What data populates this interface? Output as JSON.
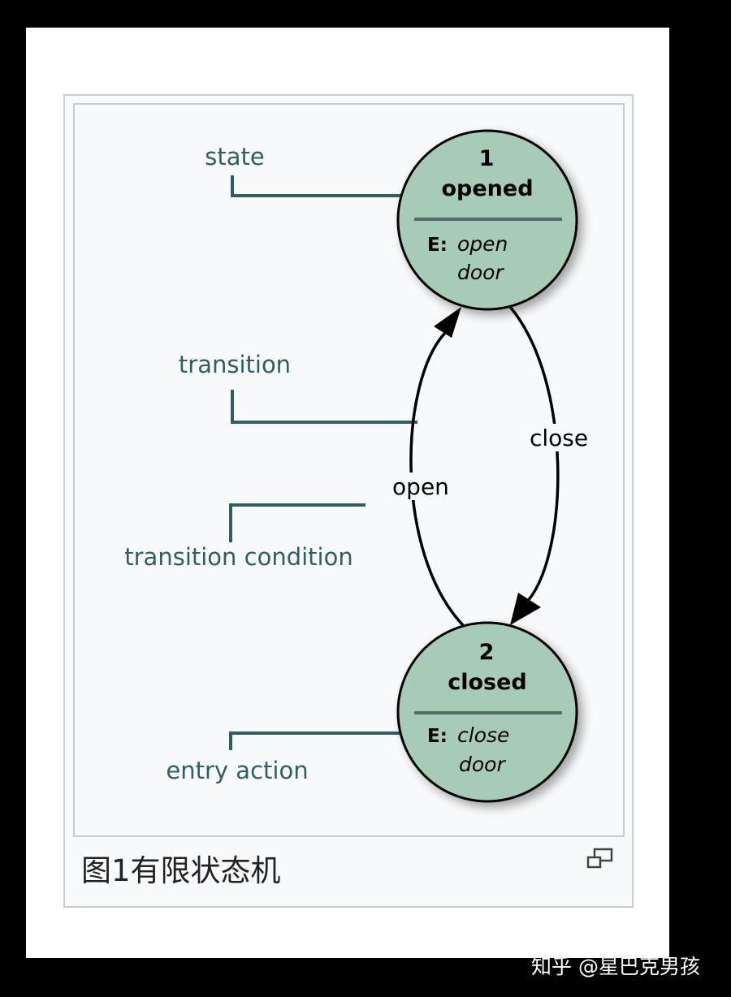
{
  "diagram": {
    "callouts": {
      "state": "state",
      "transition": "transition",
      "transition_condition": "transition condition",
      "entry_action": "entry action"
    },
    "states": [
      {
        "number": "1",
        "name": "opened",
        "entry_prefix": "E:",
        "entry_line1": "open",
        "entry_line2": "door"
      },
      {
        "number": "2",
        "name": "closed",
        "entry_prefix": "E:",
        "entry_line1": "close",
        "entry_line2": "door"
      }
    ],
    "transitions": [
      {
        "label": "open"
      },
      {
        "label": "close"
      }
    ],
    "colors": {
      "state_fill": "#a8cbb8",
      "callout": "#2f5f63",
      "edge": "#000000"
    }
  },
  "caption": "图1有限状态机",
  "watermark": "知乎 @星巴克男孩"
}
